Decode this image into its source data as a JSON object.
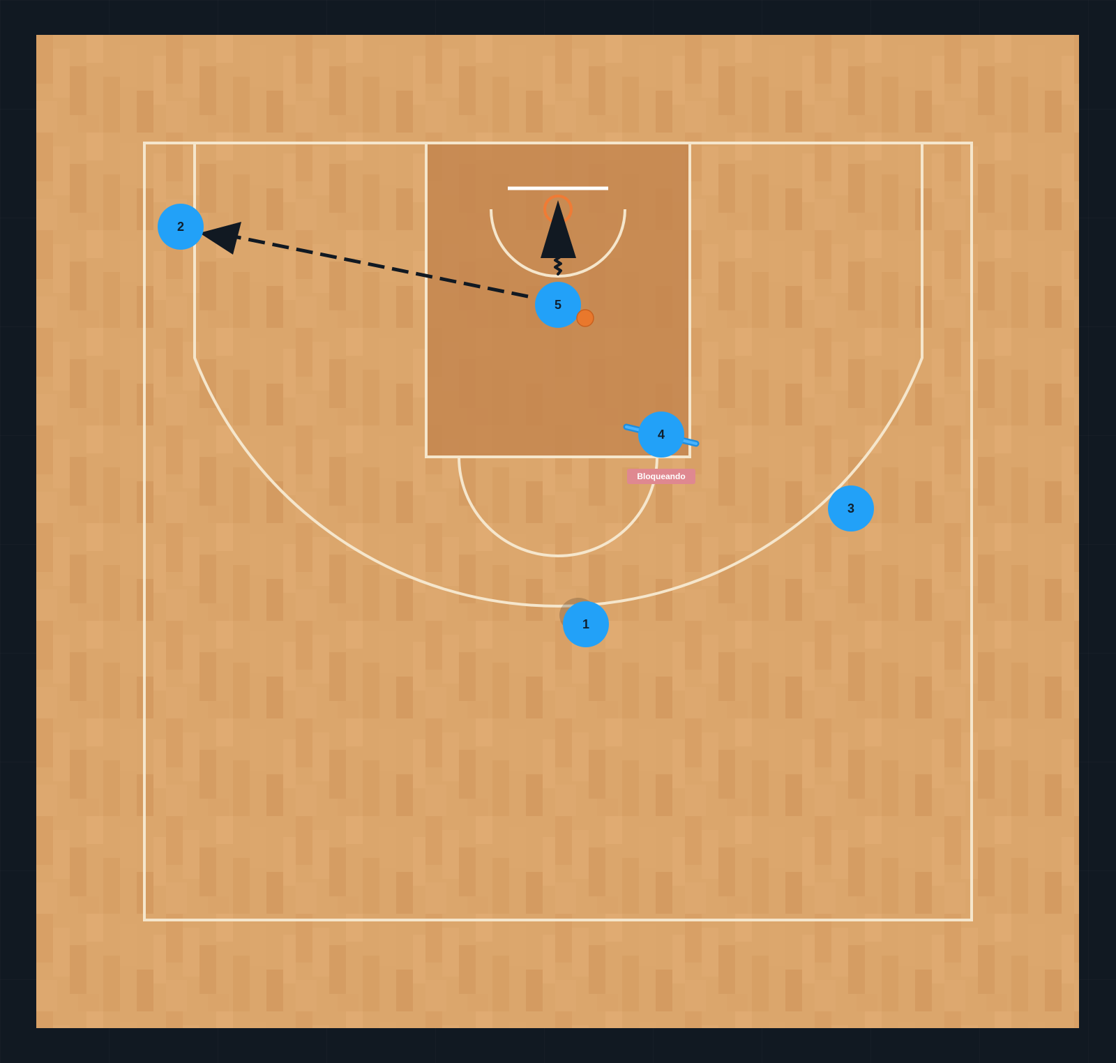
{
  "players": [
    {
      "id": "player-1",
      "label": "1"
    },
    {
      "id": "player-2",
      "label": "2"
    },
    {
      "id": "player-3",
      "label": "3"
    },
    {
      "id": "player-4",
      "label": "4"
    },
    {
      "id": "player-5",
      "label": "5"
    }
  ],
  "action_tag": {
    "text": "Bloqueando",
    "player": "4"
  },
  "ball_holder": "5",
  "actions": [
    {
      "type": "pass",
      "from": "5",
      "to": "2",
      "style": "dashed-arrow"
    },
    {
      "type": "drive",
      "from": "5",
      "to": "basket",
      "style": "zigzag-arrow"
    },
    {
      "type": "screen",
      "player": "4"
    }
  ],
  "colors": {
    "background": "#111922",
    "court_wood": "#d9a469",
    "paint": "#c4864f",
    "court_lines": "#f5e6cc",
    "player": "#22a1f8",
    "player_text": "#10202e",
    "rim": "#f07b35",
    "ball": "#e9782c",
    "arrow": "#111922",
    "tag": "#df8890"
  }
}
